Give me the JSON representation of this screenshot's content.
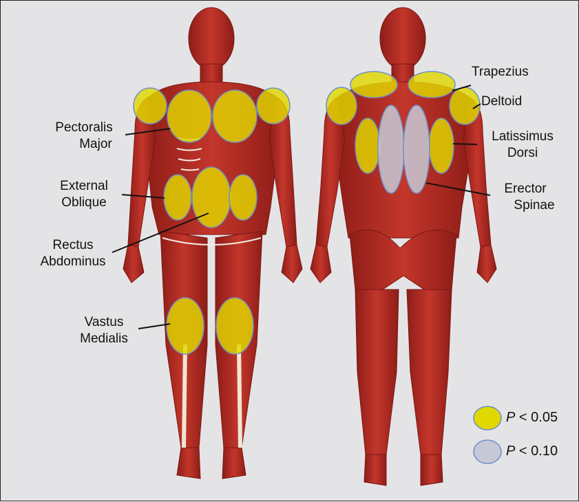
{
  "labels": {
    "trapezius": "Trapezius",
    "deltoid": "Deltoid",
    "latissimus": [
      "Latissimus",
      "Dorsi"
    ],
    "erector": [
      "Erector",
      "Spinae"
    ],
    "pectoralis": [
      "Pectoralis",
      "Major"
    ],
    "external_oblique": [
      "External",
      "Oblique"
    ],
    "rectus": [
      "Rectus",
      "Abdominus"
    ],
    "vastus": [
      "Vastus",
      "Medialis"
    ]
  },
  "legend": [
    {
      "p": "P",
      "rest": " < 0.05",
      "color": "#e0d800"
    },
    {
      "p": "P",
      "rest": " < 0.10",
      "color": "#c7c9d6"
    }
  ],
  "colors": {
    "significant_05": "#e0d800",
    "significant_10": "#c7c9d6",
    "muscle": "#b52a22",
    "muscle_dark": "#8e1d18",
    "outline": "#6d8fc7",
    "background": "#e4e4e6"
  }
}
